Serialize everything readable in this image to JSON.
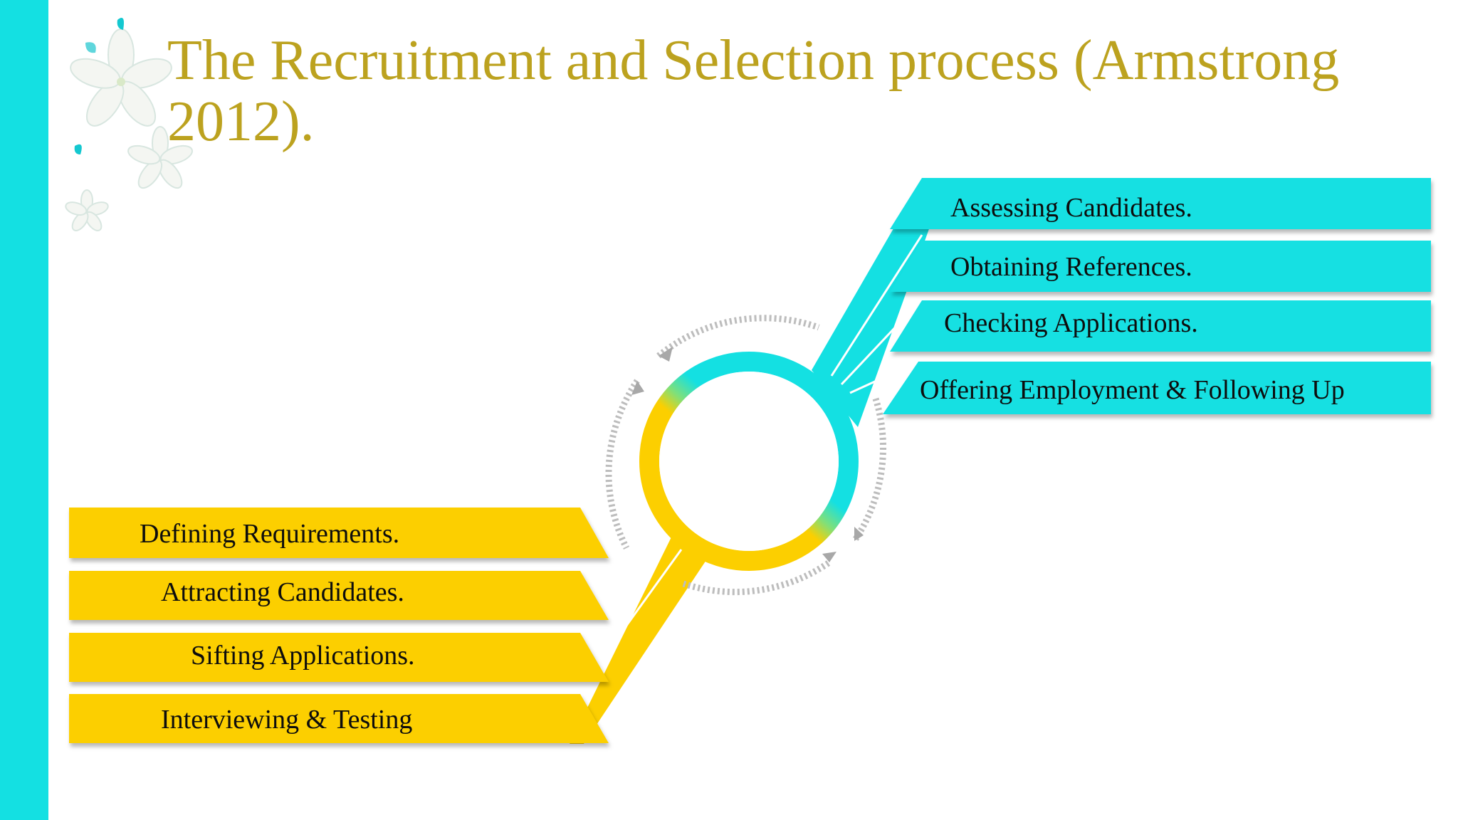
{
  "slide": {
    "title_line1": "The Recruitment and Selection process (Armstrong",
    "title_line2": "2012).",
    "colors": {
      "accent_cyan": "#14e0e2",
      "accent_yellow": "#fccf00",
      "title": "#bca21f",
      "gradient_mid": "#7fe07a"
    }
  },
  "diagram": {
    "left_steps": [
      {
        "label": "Defining Requirements."
      },
      {
        "label": "Attracting Candidates."
      },
      {
        "label": "Sifting Applications."
      },
      {
        "label": "Interviewing & Testing"
      }
    ],
    "right_steps": [
      {
        "label": "Assessing Candidates."
      },
      {
        "label": "Obtaining References."
      },
      {
        "label": "Checking Applications."
      },
      {
        "label": "Offering Employment & Following Up"
      }
    ]
  }
}
